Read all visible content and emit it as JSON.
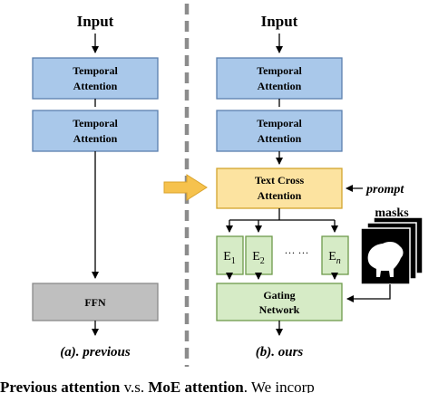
{
  "left_panel": {
    "input_label": "Input",
    "block1": [
      "Temporal",
      "Attention"
    ],
    "block2": [
      "Temporal",
      "Attention"
    ],
    "ffn": "FFN",
    "caption": "(a). previous"
  },
  "right_panel": {
    "input_label": "Input",
    "block1": [
      "Temporal",
      "Attention"
    ],
    "block2": [
      "Temporal",
      "Attention"
    ],
    "text_cross": [
      "Text Cross",
      "Attention"
    ],
    "prompt_label": "prompt",
    "masks_label": "masks",
    "experts": [
      {
        "base": "E",
        "sub": "1"
      },
      {
        "base": "E",
        "sub": "2"
      },
      {
        "base": "E",
        "sub": "n"
      }
    ],
    "ellipsis": "··· ···",
    "gating": [
      "Gating",
      "Network"
    ],
    "caption": "(b). ours"
  },
  "caption_strip": {
    "part1": "Previous attention",
    "part2": " v.s. ",
    "part3": "MoE attention",
    "part4": ". We incorp"
  },
  "colors": {
    "attention_fill": "#a9c8ea",
    "attention_stroke": "#5b7fae",
    "cross_fill": "#fce3a0",
    "cross_stroke": "#d2a42c",
    "expert_fill": "#d6ebc6",
    "expert_stroke": "#6e9a4c",
    "ffn_fill": "#bfbfbf",
    "ffn_stroke": "#8a8a8a",
    "arrow_fill": "#f6c24d",
    "divider": "#8c8c8c"
  }
}
